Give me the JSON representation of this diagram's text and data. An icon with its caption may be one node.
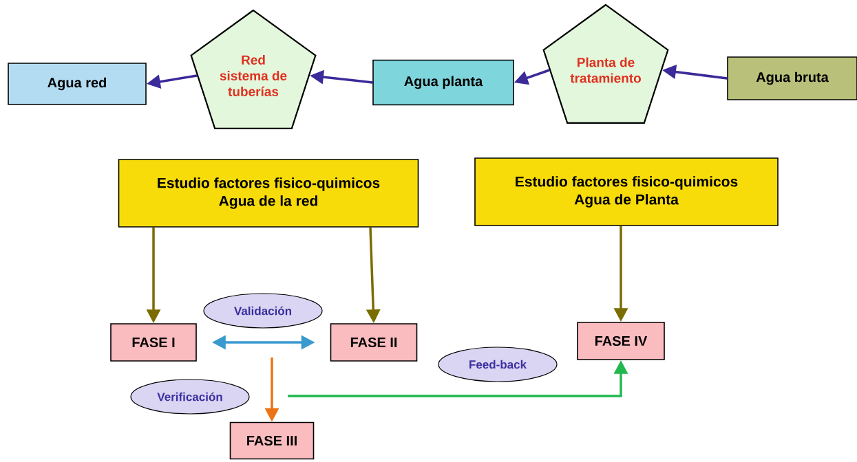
{
  "diagram": {
    "nodes": [
      {
        "text": [
          "Agua red"
        ]
      },
      {
        "text": [
          "Red sistema de tuberías"
        ]
      },
      {
        "text": [
          "Agua planta"
        ]
      },
      {
        "text": [
          "Planta de tratamiento"
        ]
      },
      {
        "text": [
          "Agua bruta"
        ]
      },
      {
        "text": [
          "Estudio factores fisico-quimicos",
          "Agua de la red"
        ]
      },
      {
        "text": [
          "Estudio factores fisico-quimicos",
          "Agua de Planta"
        ]
      },
      {
        "text": [
          "FASE I"
        ]
      },
      {
        "text": [
          "FASE II"
        ]
      },
      {
        "text": [
          "FASE III"
        ]
      },
      {
        "text": [
          "FASE IV"
        ]
      }
    ],
    "edges": [
      {
        "from": 1,
        "to": 0,
        "arrow": "to"
      },
      {
        "from": 2,
        "to": 1,
        "arrow": "to"
      },
      {
        "from": 3,
        "to": 2,
        "arrow": "to"
      },
      {
        "from": 4,
        "to": 3,
        "arrow": "to"
      },
      {
        "from": 5,
        "to": 7,
        "arrow": "to",
        "color": "#7a6c00"
      },
      {
        "from": 5,
        "to": 8,
        "arrow": "to",
        "color": "#7a6c00"
      },
      {
        "from": 6,
        "to": 10,
        "arrow": "to",
        "color": "#7a6c00"
      },
      {
        "from": 7,
        "to": 8,
        "arrow": "both",
        "label": "Validación",
        "color": "#3a9ad0"
      },
      {
        "from": null,
        "to": 9,
        "arrow": "to",
        "label": "Verificación",
        "color": "#ec7414"
      },
      {
        "from": null,
        "to": 10,
        "arrow": "to",
        "label": "Feed-back",
        "color": "#22b850"
      }
    ]
  }
}
